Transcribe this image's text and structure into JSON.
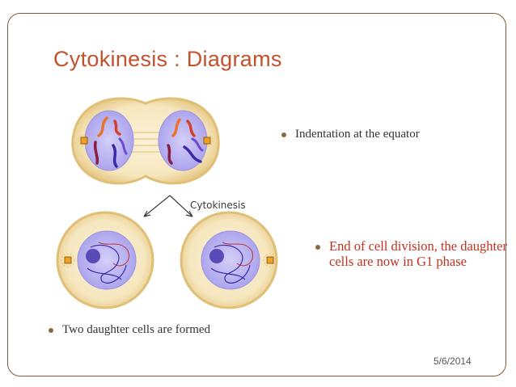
{
  "slide": {
    "title": "Cytokinesis : Diagrams",
    "date": "5/6/2014"
  },
  "diagram": {
    "caption": "Cytokinesis",
    "colors": {
      "cytoplasm": "#f6e7bf",
      "membrane": "#e2c27a",
      "nucleus": "#b9b3f0",
      "chromosome_red": "#d6402a",
      "chromosome_orange": "#e8742e",
      "chromosome_maroon": "#8b2046",
      "chromosome_blue": "#3a2aa8",
      "centrosome": "#f0a020"
    }
  },
  "bullets": [
    {
      "text": "Indentation at the equator"
    },
    {
      "text": "End of cell division, the daughter cells are now in G1 phase",
      "color": "#c0321f"
    },
    {
      "text": "Two daughter cells are formed"
    }
  ]
}
